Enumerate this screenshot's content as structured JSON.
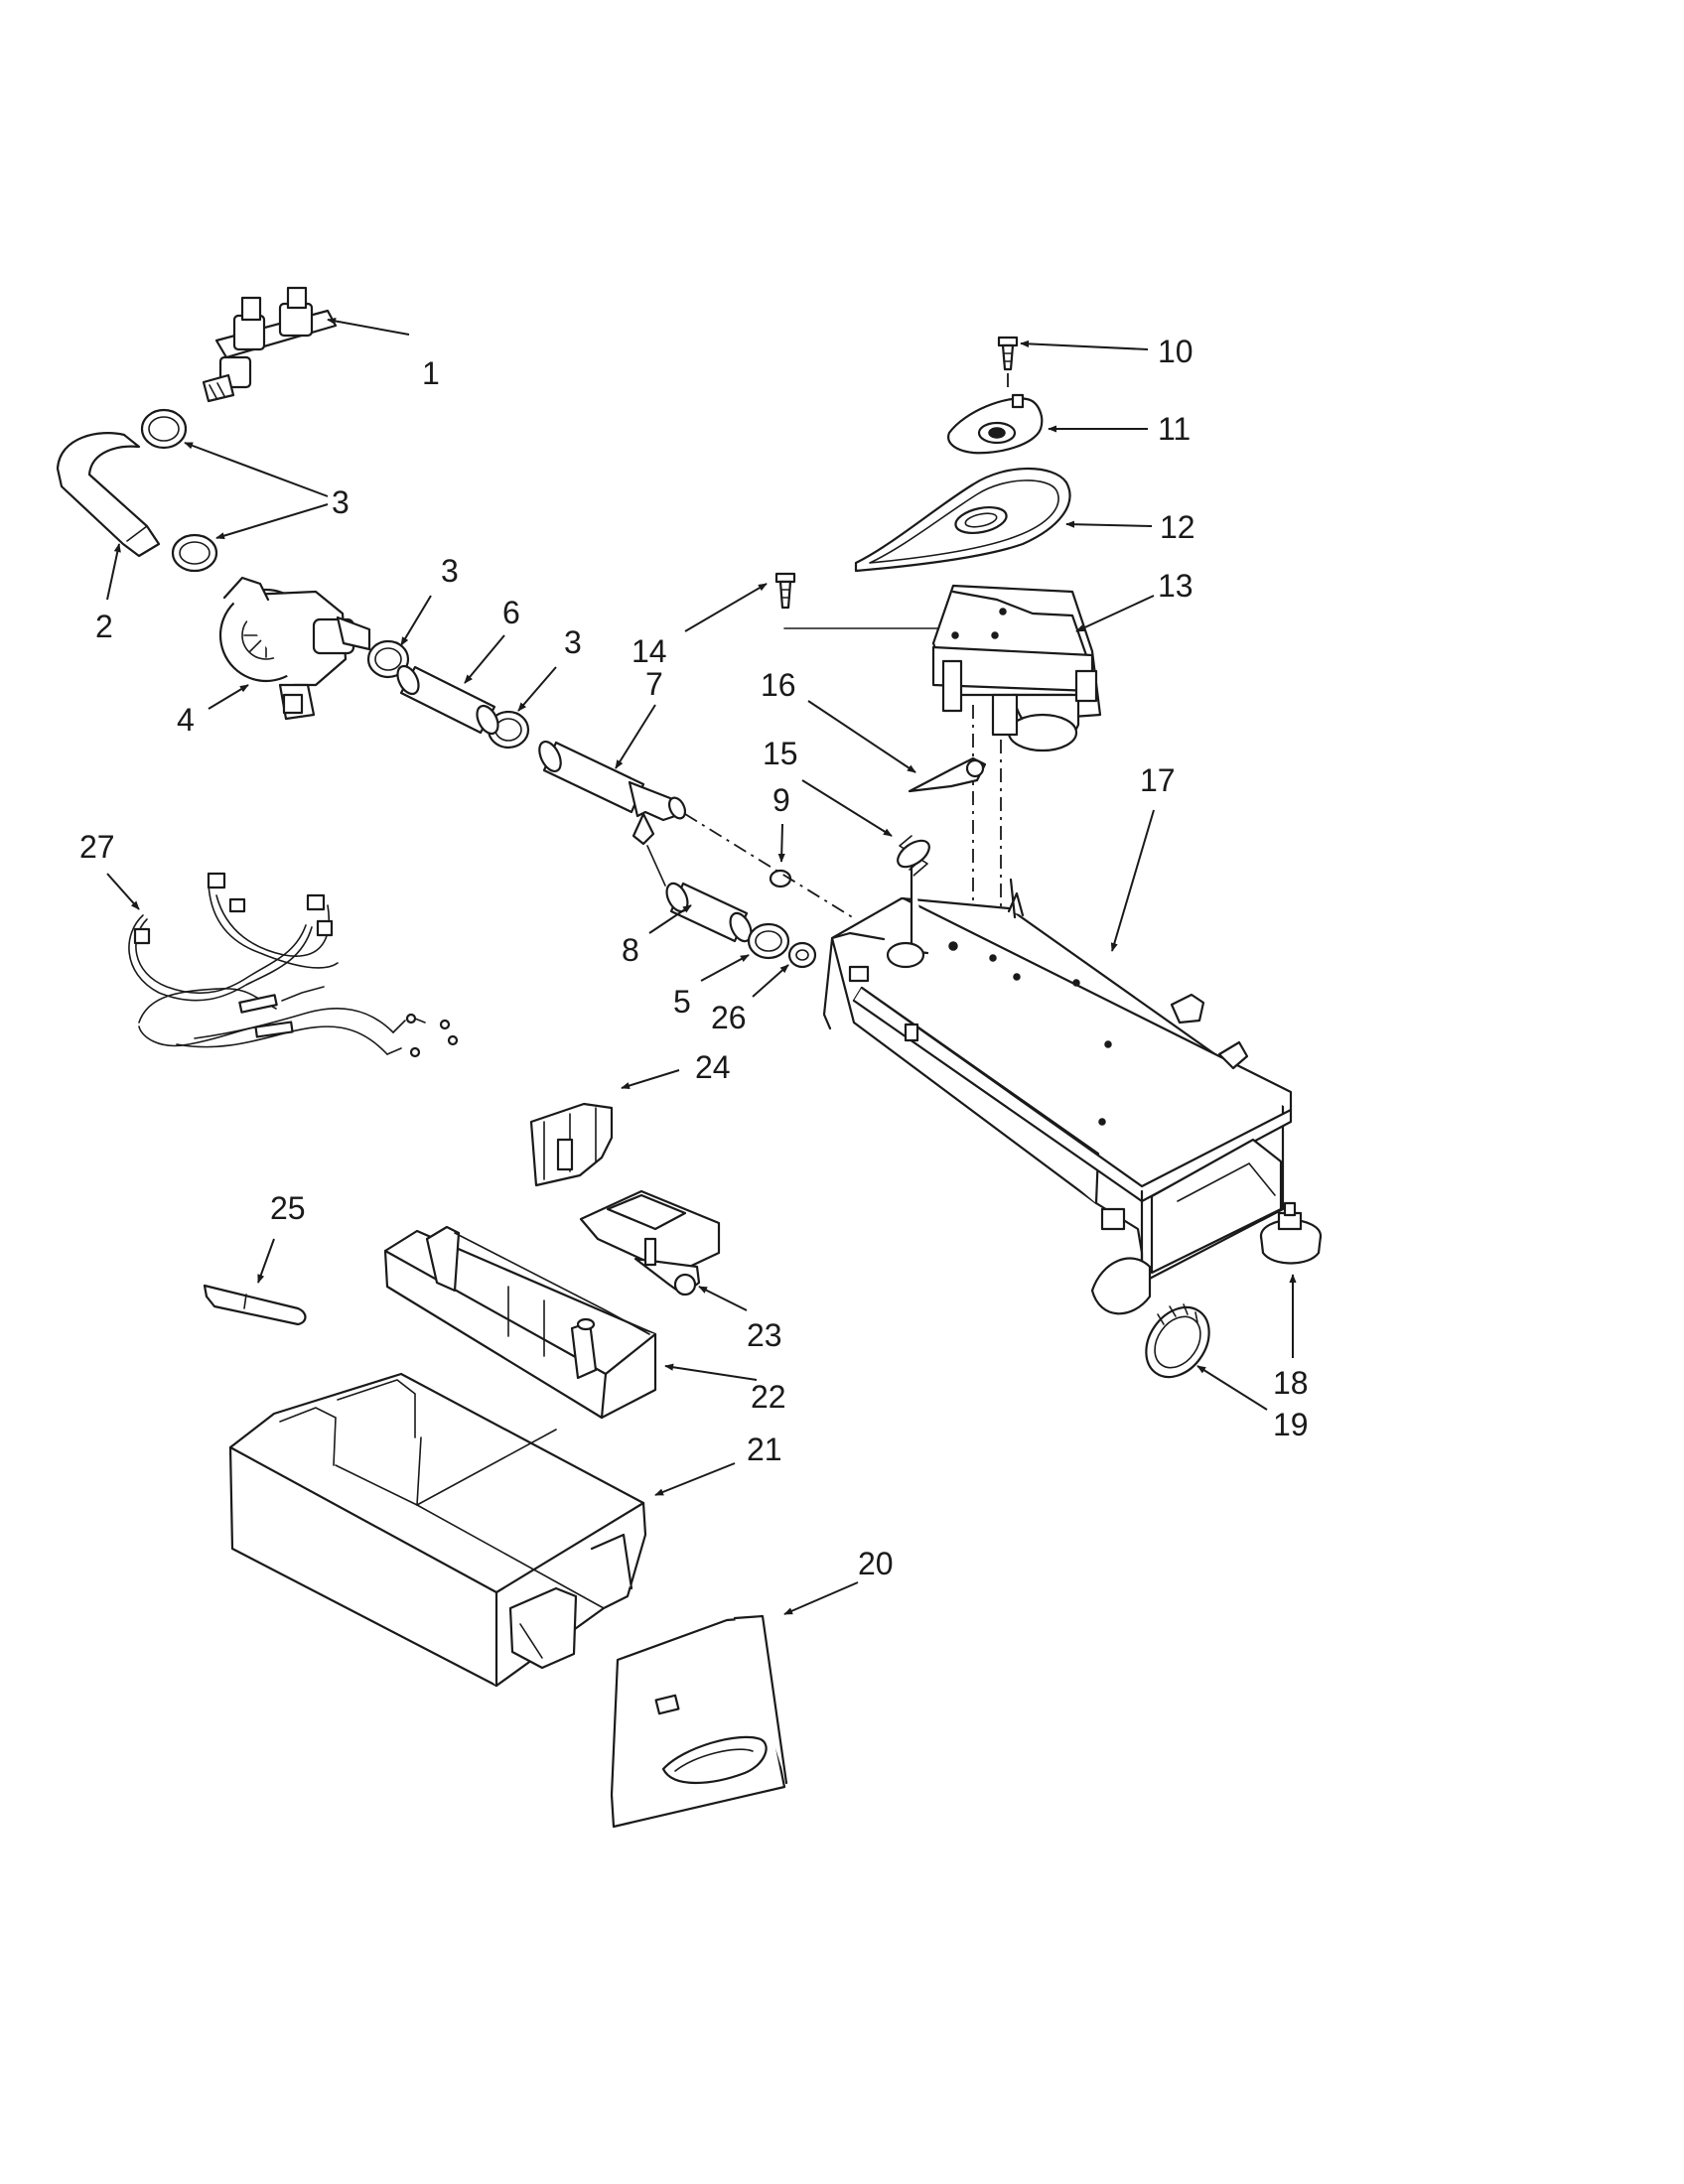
{
  "colors": {
    "ink": "#1a1a1a",
    "paper": "#ffffff"
  },
  "callouts": [
    {
      "id": "c1",
      "text": "1"
    },
    {
      "id": "c2",
      "text": "2"
    },
    {
      "id": "c3a",
      "text": "3"
    },
    {
      "id": "c3b",
      "text": "3"
    },
    {
      "id": "c3c",
      "text": "3"
    },
    {
      "id": "c4",
      "text": "4"
    },
    {
      "id": "c5",
      "text": "5"
    },
    {
      "id": "c6",
      "text": "6"
    },
    {
      "id": "c7",
      "text": "7"
    },
    {
      "id": "c8",
      "text": "8"
    },
    {
      "id": "c9",
      "text": "9"
    },
    {
      "id": "c10",
      "text": "10"
    },
    {
      "id": "c11",
      "text": "11"
    },
    {
      "id": "c12",
      "text": "12"
    },
    {
      "id": "c13",
      "text": "13"
    },
    {
      "id": "c14",
      "text": "14"
    },
    {
      "id": "c15",
      "text": "15"
    },
    {
      "id": "c16",
      "text": "16"
    },
    {
      "id": "c17",
      "text": "17"
    },
    {
      "id": "c18",
      "text": "18"
    },
    {
      "id": "c19",
      "text": "19"
    },
    {
      "id": "c20",
      "text": "20"
    },
    {
      "id": "c21",
      "text": "21"
    },
    {
      "id": "c22",
      "text": "22"
    },
    {
      "id": "c23",
      "text": "23"
    },
    {
      "id": "c24",
      "text": "24"
    },
    {
      "id": "c25",
      "text": "25"
    },
    {
      "id": "c26",
      "text": "26"
    },
    {
      "id": "c27",
      "text": "27"
    }
  ]
}
